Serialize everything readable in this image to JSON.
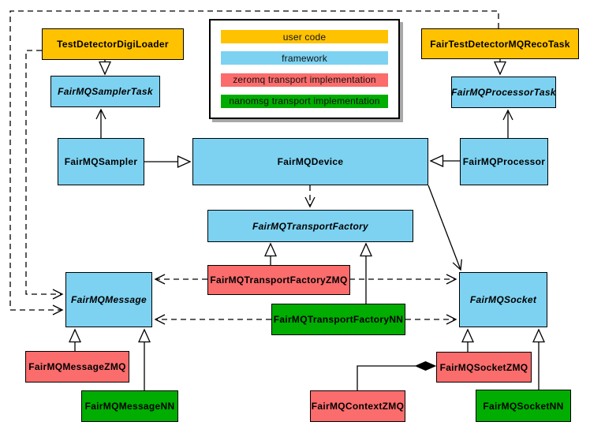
{
  "diagram": {
    "legend": {
      "items": [
        {
          "key": "user",
          "label": "user code",
          "color": "#FFC200"
        },
        {
          "key": "framework",
          "label": "framework",
          "color": "#7DD2F1"
        },
        {
          "key": "zmq",
          "label": "zeromq transport implementation",
          "color": "#FB6C6C"
        },
        {
          "key": "nn",
          "label": "nanomsg transport implementation",
          "color": "#00AD00"
        }
      ]
    },
    "nodes": {
      "testDetectorDigiLoader": {
        "label": "TestDetectorDigiLoader",
        "category": "user",
        "abstract": false
      },
      "fairTestDetectorMQRecoTask": {
        "label": "FairTestDetectorMQRecoTask",
        "category": "user",
        "abstract": false
      },
      "fairMQSamplerTask": {
        "label": "FairMQSamplerTask",
        "category": "framework",
        "abstract": true
      },
      "fairMQProcessorTask": {
        "label": "FairMQProcessorTask",
        "category": "framework",
        "abstract": true
      },
      "fairMQSampler": {
        "label": "FairMQSampler",
        "category": "framework",
        "abstract": false
      },
      "fairMQDevice": {
        "label": "FairMQDevice",
        "category": "framework",
        "abstract": false
      },
      "fairMQProcessor": {
        "label": "FairMQProcessor",
        "category": "framework",
        "abstract": false
      },
      "fairMQTransportFactory": {
        "label": "FairMQTransportFactory",
        "category": "framework",
        "abstract": true
      },
      "fairMQTransportFactoryZMQ": {
        "label": "FairMQTransportFactoryZMQ",
        "category": "zmq",
        "abstract": false
      },
      "fairMQTransportFactoryNN": {
        "label": "FairMQTransportFactoryNN",
        "category": "nn",
        "abstract": false
      },
      "fairMQMessage": {
        "label": "FairMQMessage",
        "category": "framework",
        "abstract": true
      },
      "fairMQSocket": {
        "label": "FairMQSocket",
        "category": "framework",
        "abstract": true
      },
      "fairMQMessageZMQ": {
        "label": "FairMQMessageZMQ",
        "category": "zmq",
        "abstract": false
      },
      "fairMQMessageNN": {
        "label": "FairMQMessageNN",
        "category": "nn",
        "abstract": false
      },
      "fairMQSocketZMQ": {
        "label": "FairMQSocketZMQ",
        "category": "zmq",
        "abstract": false
      },
      "fairMQSocketNN": {
        "label": "FairMQSocketNN",
        "category": "nn",
        "abstract": false
      },
      "fairMQContextZMQ": {
        "label": "FairMQContextZMQ",
        "category": "zmq",
        "abstract": false
      }
    }
  }
}
